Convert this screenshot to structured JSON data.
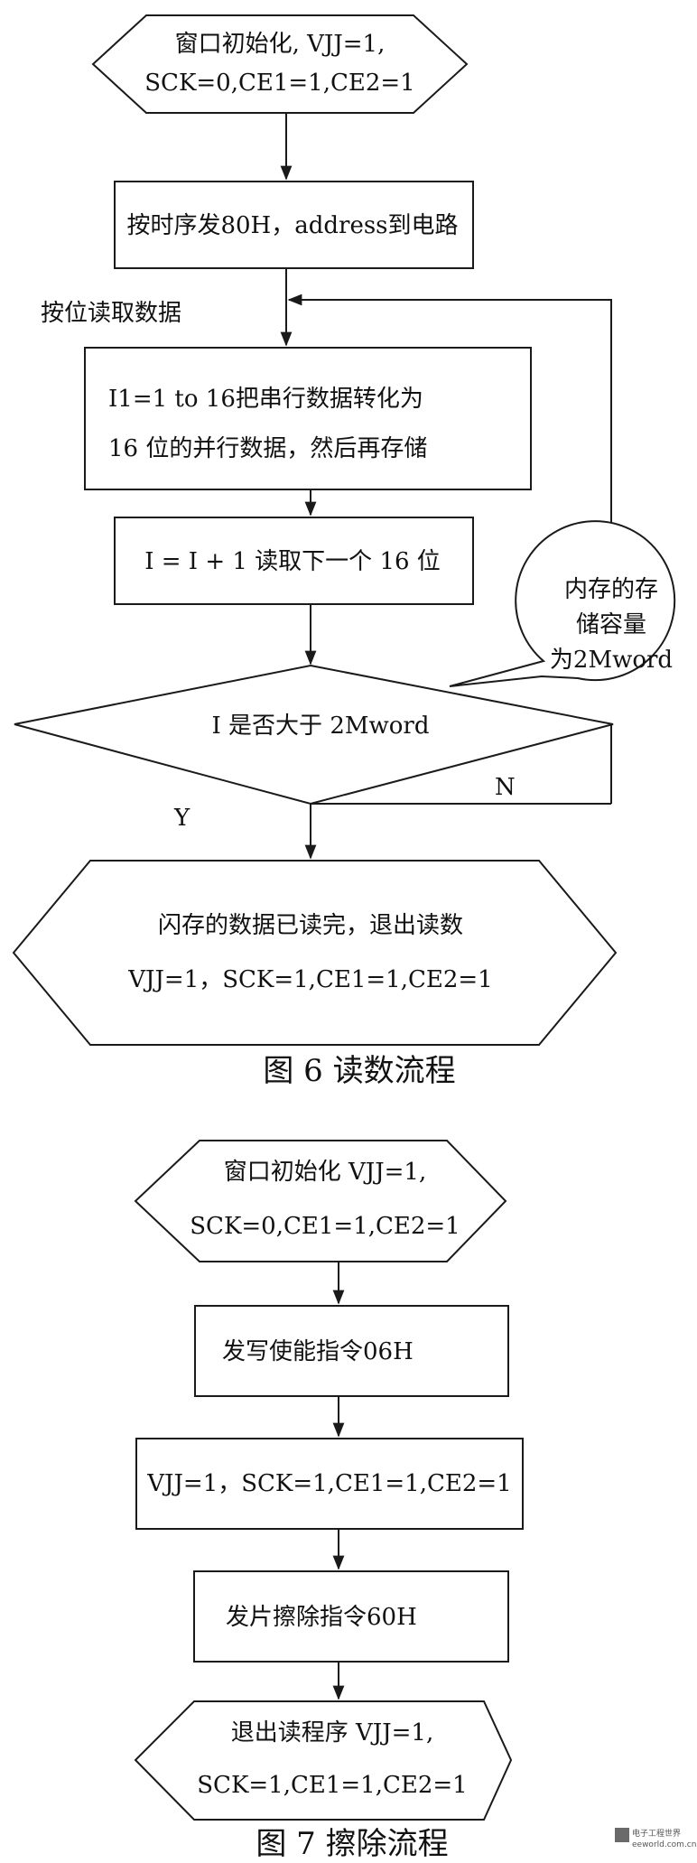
{
  "fig6": {
    "start_line1": "窗口初始化, VJJ=1,",
    "start_line2": "SCK=0,CE1=1,CE2=1",
    "send_cmd": "按时序发80H，address到电路",
    "side_label": "按位读取数据",
    "convert_line1": "I1=1  to  16把串行数据转化为",
    "convert_line2": "16 位的并行数据，然后再存储",
    "increment": "I = I + 1  读取下一个 16 位",
    "callout_line1": "内存的存",
    "callout_line2": "储容量",
    "callout_line3": "为2Mword",
    "decision": "I 是否大于 2Mword",
    "no_label": "N",
    "yes_label": "Y",
    "end_line1": "闪存的数据已读完，退出读数",
    "end_line2": "VJJ=1，SCK=1,CE1=1,CE2=1",
    "caption": "图 6    读数流程"
  },
  "fig7": {
    "start_line1": "窗口初始化 VJJ=1,",
    "start_line2": "SCK=0,CE1=1,CE2=1",
    "write_enable": "发写使能指令06H",
    "set_pins": "VJJ=1，SCK=1,CE1=1,CE2=1",
    "erase_cmd": "发片擦除指令60H",
    "end_line1": "退出读程序 VJJ=1,",
    "end_line2": "SCK=1,CE1=1,CE2=1",
    "caption": "图 7    擦除流程"
  },
  "watermark": {
    "line1": "电子工程世界",
    "line2": "eeworld.com.cn"
  }
}
